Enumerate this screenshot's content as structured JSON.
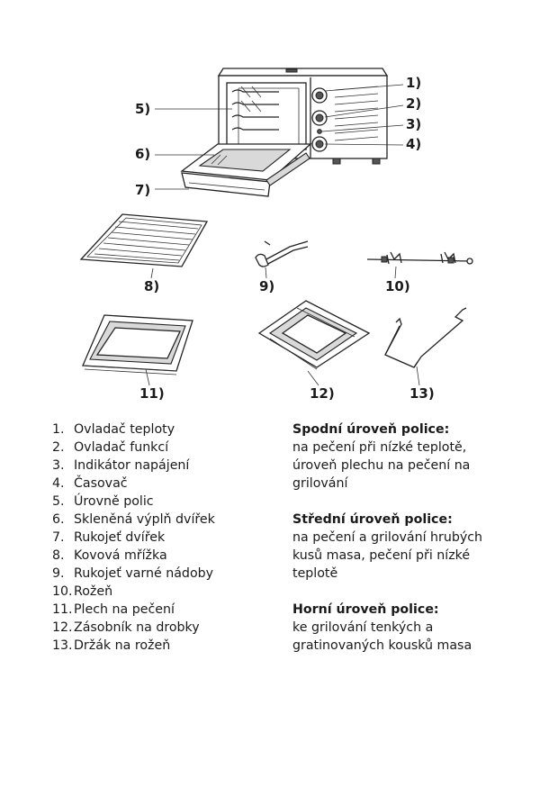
{
  "callouts": {
    "c1": "1)",
    "c2": "2)",
    "c3": "3)",
    "c4": "4)",
    "c5": "5)",
    "c6": "6)",
    "c7": "7)",
    "c8": "8)",
    "c9": "9)",
    "c10": "10)",
    "c11": "11)",
    "c12": "12)",
    "c13": "13)"
  },
  "parts": [
    {
      "num": "1.",
      "label": "Ovladač teploty"
    },
    {
      "num": "2.",
      "label": "Ovladač funkcí"
    },
    {
      "num": "3.",
      "label": "Indikátor napájení"
    },
    {
      "num": "4.",
      "label": "Časovač"
    },
    {
      "num": "5.",
      "label": "Úrovně polic"
    },
    {
      "num": "6.",
      "label": "Skleněná výplň dvířek"
    },
    {
      "num": "7.",
      "label": "Rukojeť dvířek"
    },
    {
      "num": "8.",
      "label": "Kovová mřížka"
    },
    {
      "num": "9.",
      "label": "Rukojeť varné nádoby"
    },
    {
      "num": "10.",
      "label": "Rožeň"
    },
    {
      "num": "11.",
      "label": "Plech na pečení"
    },
    {
      "num": "12.",
      "label": "Zásobník na drobky"
    },
    {
      "num": "13.",
      "label": "Držák na rožeň"
    }
  ],
  "notes": {
    "bottom": {
      "title": "Spodní úroveň police:",
      "lines": [
        "na pečení při nízké teplotě,",
        "úroveň plechu na pečení na",
        "grilování"
      ]
    },
    "middle": {
      "title": "Střední úroveň police:",
      "lines": [
        "na pečení a grilování hrubých",
        "kusů masa, pečení při nízké",
        "teplotě"
      ]
    },
    "top": {
      "title": "Horní úroveň police:",
      "lines": [
        "ke grilování tenkých a",
        "gratinovaných kousků masa"
      ]
    }
  }
}
